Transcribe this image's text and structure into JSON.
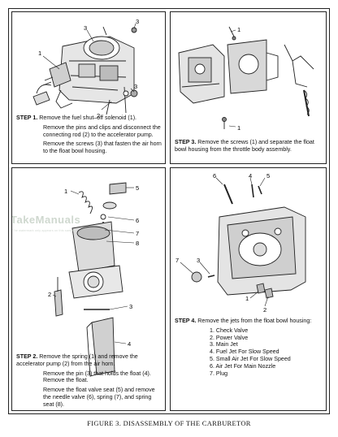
{
  "figure_title": "FIGURE 3. DISASSEMBLY OF THE CARBURETOR",
  "watermark": {
    "brand": "TakeManuals",
    "note": "The watermark only appears on this sample"
  },
  "step1": {
    "label": "STEP 1.",
    "lines": [
      "Remove the fuel shut–off solenoid (1).",
      "Remove the pins and clips and disconnect the connecting rod (2) to the accelerator pump.",
      "Remove the screws (3) that fasten the air horn to the float bowl housing."
    ],
    "callouts": [
      "1",
      "2",
      "3",
      "3",
      "3"
    ]
  },
  "step2": {
    "label": "STEP 2.",
    "lines": [
      "Remove the spring (1) and remove the accelerator pump (2) from the air horn.",
      "Remove the pin (3) that holds the float (4). Remove the float.",
      "Remove the float valve seat (5) and remove the needle valve (6), spring (7), and spring seat (8)."
    ],
    "callouts": [
      "1",
      "2",
      "3",
      "4",
      "5",
      "6",
      "7",
      "8"
    ]
  },
  "step3": {
    "label": "STEP 3.",
    "lines": [
      "Remove the screws (1) and separate the float bowl housing from the throttle body assembly."
    ],
    "callouts": [
      "1",
      "1"
    ]
  },
  "step4": {
    "label": "STEP 4.",
    "lines": [
      "Remove the jets from the float bowl housing:"
    ],
    "items": [
      "1. Check Valve",
      "2. Power Valve",
      "3. Main Jet",
      "4. Fuel Jet For Slow Speed",
      "5. Small Air Jet For Slow Speed",
      "6. Air Jet For Main Nozzle",
      "7. Plug"
    ],
    "callouts": [
      "1",
      "2",
      "3",
      "4",
      "5",
      "6",
      "7"
    ]
  }
}
